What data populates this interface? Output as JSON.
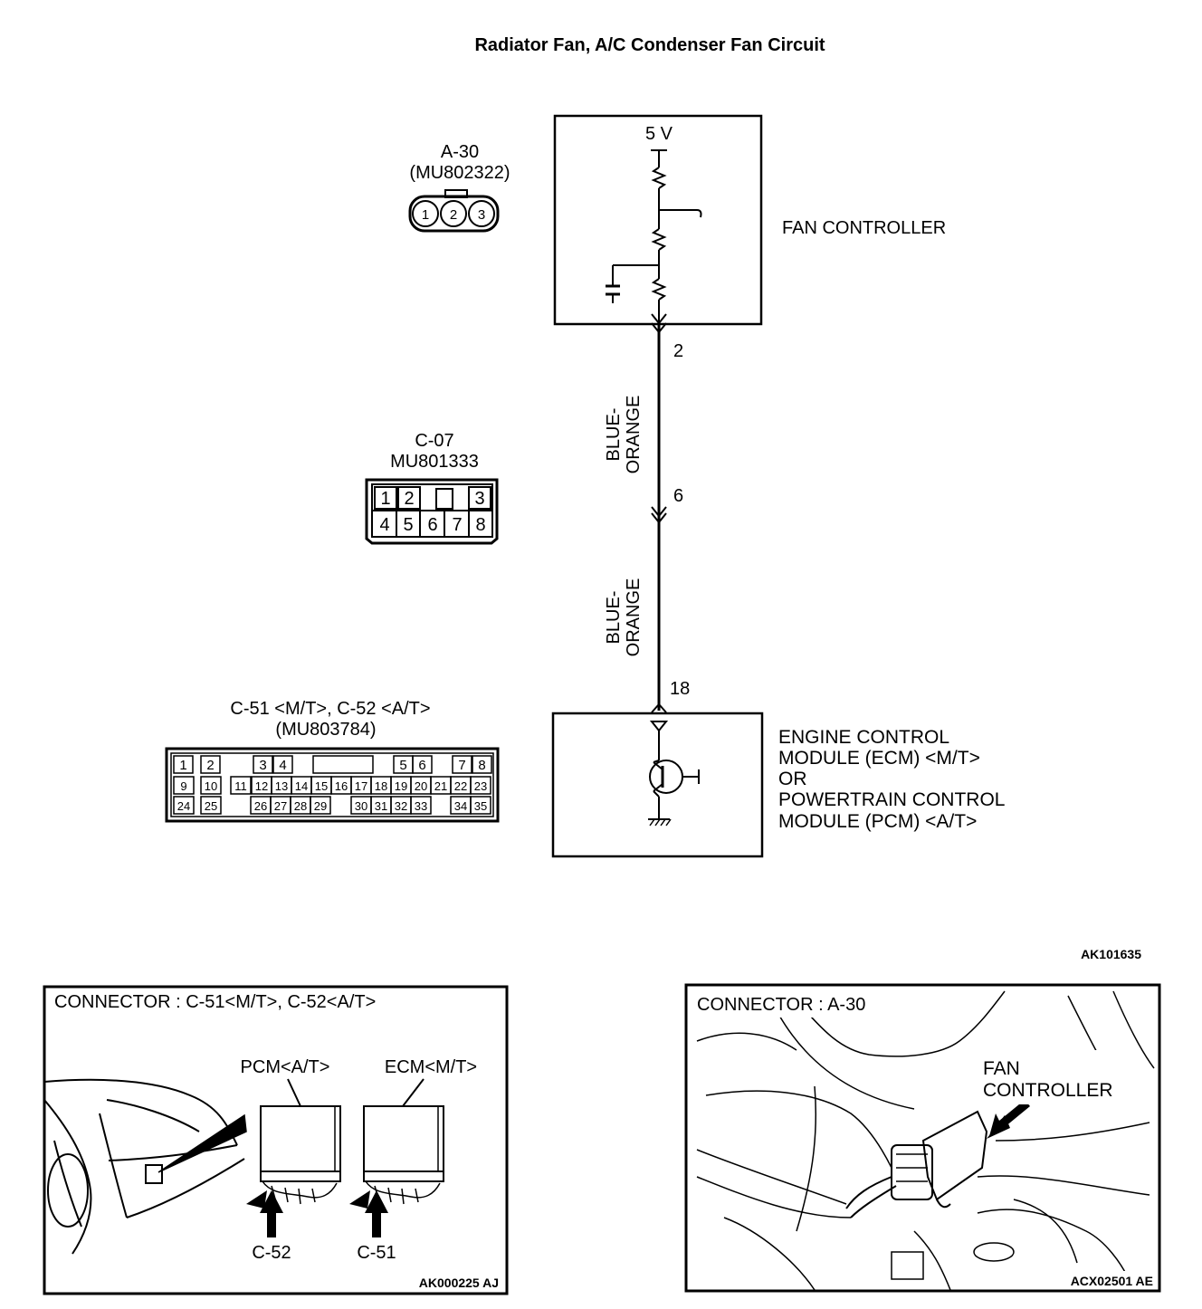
{
  "title": "Radiator Fan, A/C Condenser Fan Circuit",
  "fan_controller": {
    "label": "FAN CONTROLLER",
    "supply": "5 V",
    "pin": "2"
  },
  "wires": [
    {
      "color_line1": "BLUE-",
      "color_line2": "ORANGE"
    },
    {
      "color_line1": "BLUE-",
      "color_line2": "ORANGE"
    }
  ],
  "junction_pin": "6",
  "ecm_pin": "18",
  "ecm": {
    "lines": [
      "ENGINE CONTROL",
      "MODULE (ECM) <M/T>",
      "OR",
      "POWERTRAIN CONTROL",
      "MODULE (PCM) <A/T>"
    ]
  },
  "connector_a30": {
    "name": "A-30",
    "part": "(MU802322)",
    "pins": [
      "1",
      "2",
      "3"
    ]
  },
  "connector_c07": {
    "name": "C-07",
    "part": "MU801333",
    "row1": [
      "1",
      "2",
      "",
      "3"
    ],
    "row2": [
      "4",
      "5",
      "6",
      "7",
      "8"
    ]
  },
  "connector_c51": {
    "name": "C-51 <M/T>, C-52 <A/T>",
    "part": "(MU803784)",
    "row1": [
      "1",
      "2",
      "3",
      "4",
      "5",
      "6",
      "7",
      "8"
    ],
    "row2": [
      "9",
      "10",
      "11",
      "12",
      "13",
      "14",
      "15",
      "16",
      "17",
      "18",
      "19",
      "20",
      "21",
      "22",
      "23"
    ],
    "row3": [
      "24",
      "25",
      "26",
      "27",
      "28",
      "29",
      "30",
      "31",
      "32",
      "33",
      "34",
      "35"
    ]
  },
  "diagram_code": "AK101635",
  "panel_left": {
    "title": "CONNECTOR : C-51<M/T>, C-52<A/T>",
    "pcm_label": "PCM<A/T>",
    "ecm_label": "ECM<M/T>",
    "arrow1": "C-52",
    "arrow2": "C-51",
    "code": "AK000225 AJ"
  },
  "panel_right": {
    "title": "CONNECTOR : A-30",
    "label_line1": "FAN",
    "label_line2": "CONTROLLER",
    "code": "ACX02501 AE"
  }
}
